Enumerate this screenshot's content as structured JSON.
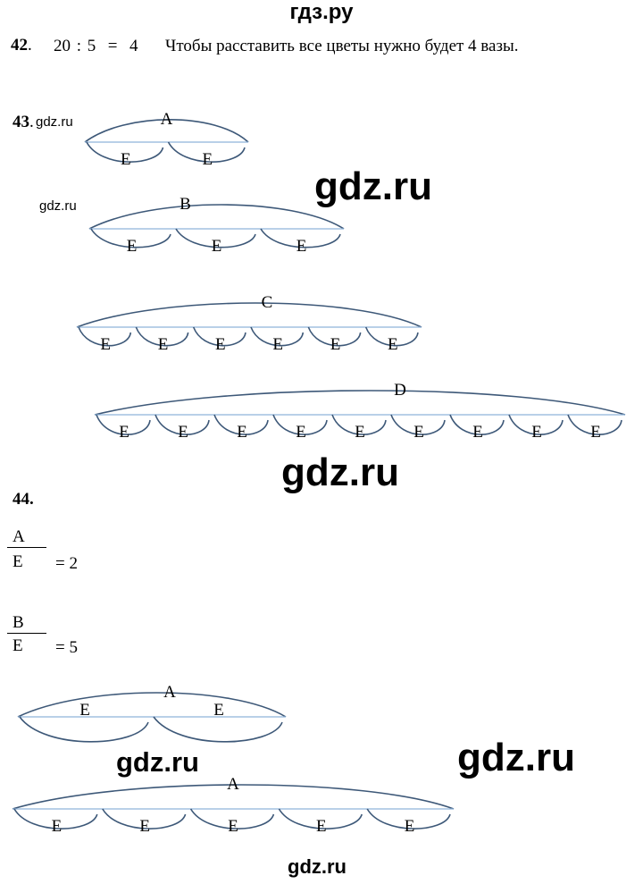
{
  "header": {
    "site": "гдз.ру"
  },
  "problem42": {
    "number": "42",
    "dot": ".",
    "expr_a": "20",
    "expr_op": ":",
    "expr_b": "5",
    "expr_eq": "=",
    "expr_res": "4",
    "answer": "Чтобы расставить все цветы нужно будет 4 вазы."
  },
  "problem43": {
    "number": "43",
    "dot": ".",
    "diagrams": [
      {
        "label": "A",
        "unit_label": "E",
        "unit_count": 2
      },
      {
        "label": "B",
        "unit_label": "E",
        "unit_count": 3
      },
      {
        "label": "C",
        "unit_label": "E",
        "unit_count": 6
      },
      {
        "label": "D",
        "unit_label": "E",
        "unit_count": 9
      }
    ]
  },
  "problem44": {
    "number": "44.",
    "fraction1": {
      "numerator": "A",
      "denominator": "E",
      "result": "= 2"
    },
    "fraction2": {
      "numerator": "B",
      "denominator": "E",
      "result": "= 5"
    },
    "diagrams": [
      {
        "label": "A",
        "unit_label": "E",
        "unit_count": 2
      },
      {
        "label": "A",
        "unit_label": "E",
        "unit_count": 5
      }
    ]
  },
  "watermarks": {
    "small": "gdz.ru",
    "big": "gdz.ru"
  }
}
